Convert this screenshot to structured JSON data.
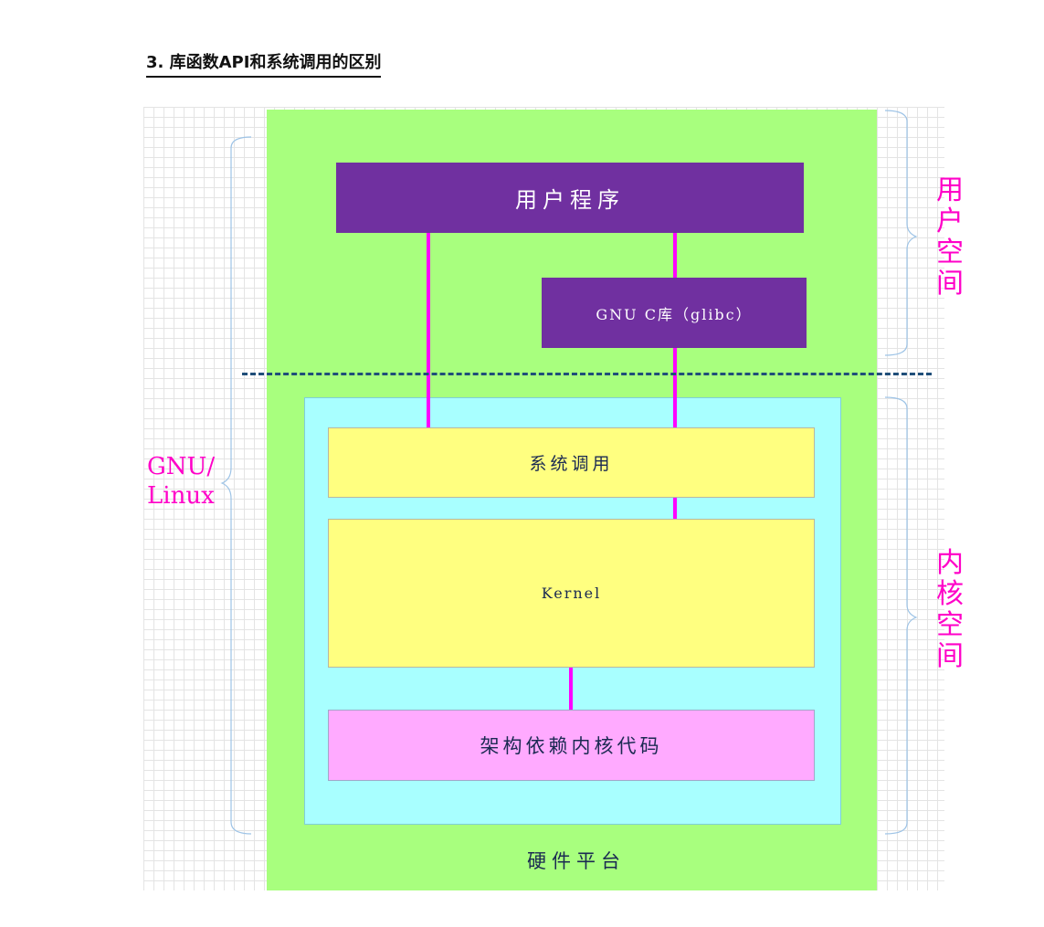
{
  "section": {
    "heading": "3. 库函数API和系统调用的区别"
  },
  "diagram": {
    "user_program": "用户程序",
    "glibc": "GNU C库（glibc）",
    "system_call": "系统调用",
    "kernel": "Kernel",
    "arch_code": "架构依赖内核代码",
    "hardware": "硬件平台",
    "gnu_linux": "GNU/\nLinux",
    "user_space": "用\n户\n空\n间",
    "kernel_space": "内\n核\n空\n间"
  },
  "colors": {
    "hardware_bg": "#a8ff7e",
    "kernel_area_bg": "#a8ffff",
    "purple_box": "#7030a0",
    "yellow_box": "#ffff80",
    "pink_box": "#ffaaff",
    "connector": "#ff00ff",
    "side_label": "#ff00c8",
    "brace": "#9dc3e6",
    "dashed_line": "#1f4e79"
  }
}
